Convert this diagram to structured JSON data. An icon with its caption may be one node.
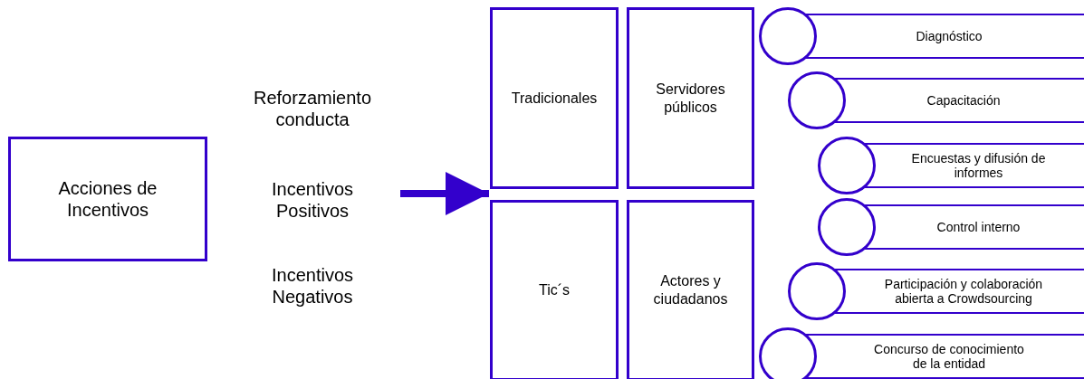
{
  "diagram": {
    "nodes": [
      {
        "text": [
          "Acciones de Incentivos"
        ]
      },
      {
        "text": [
          "Tradicionales"
        ]
      },
      {
        "text": [
          "Servidores públicos"
        ]
      },
      {
        "text": [
          "Tic´s"
        ]
      },
      {
        "text": [
          "Actores y ciudadanos"
        ]
      },
      {
        "text": [
          "Diagnóstico"
        ]
      },
      {
        "text": [
          "Capacitación"
        ]
      },
      {
        "text": [
          "Encuestas y difusión de informes"
        ]
      },
      {
        "text": [
          "Control interno"
        ]
      },
      {
        "text": [
          "Participación y colaboración abierta a Crowdsourcing"
        ]
      },
      {
        "text": [
          "Concurso de conocimiento de la entidad"
        ]
      }
    ],
    "edges": [
      {
        "from": null,
        "to": 1,
        "arrow": "to"
      }
    ],
    "labels": [
      "Reforzamiento conducta",
      "Incentivos Positivos",
      "Incentivos Negativos"
    ]
  }
}
